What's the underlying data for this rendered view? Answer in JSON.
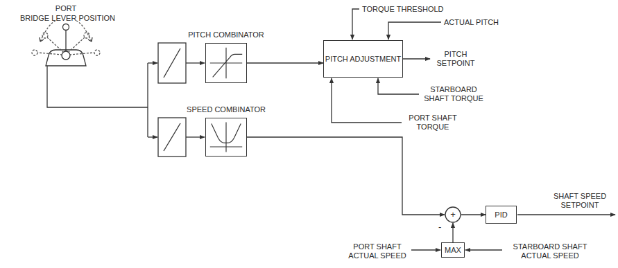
{
  "diagram": {
    "nodes": [
      {
        "text": [
          "PITCH COMBINATOR"
        ]
      },
      {
        "text": [
          "PITCH ADJUSTMENT"
        ]
      },
      {
        "text": [
          "SPEED COMBINATOR"
        ]
      },
      {
        "text": [
          "+",
          "-"
        ]
      },
      {
        "text": [
          "PID"
        ]
      },
      {
        "text": [
          "MAX"
        ]
      }
    ],
    "edges": [
      {
        "from": 0,
        "to": 1,
        "arrow": "to"
      },
      {
        "from": 2,
        "to": 3,
        "arrow": "to"
      },
      {
        "from": 3,
        "to": 4,
        "arrow": "to"
      },
      {
        "from": 5,
        "to": 3,
        "arrow": "to"
      }
    ],
    "labels": [
      "PORT",
      "BRIDGE LEVER POSITION",
      "TORQUE THRESHOLD",
      "ACTUAL PITCH",
      "PITCH SETPOINT",
      "STARBOARD SHAFT TORQUE",
      "PORT SHAFT TORQUE",
      "SHAFT SPEED SETPOINT",
      "PORT SHAFT ACTUAL SPEED",
      "STARBOARD SHAFT ACTUAL SPEED"
    ]
  }
}
